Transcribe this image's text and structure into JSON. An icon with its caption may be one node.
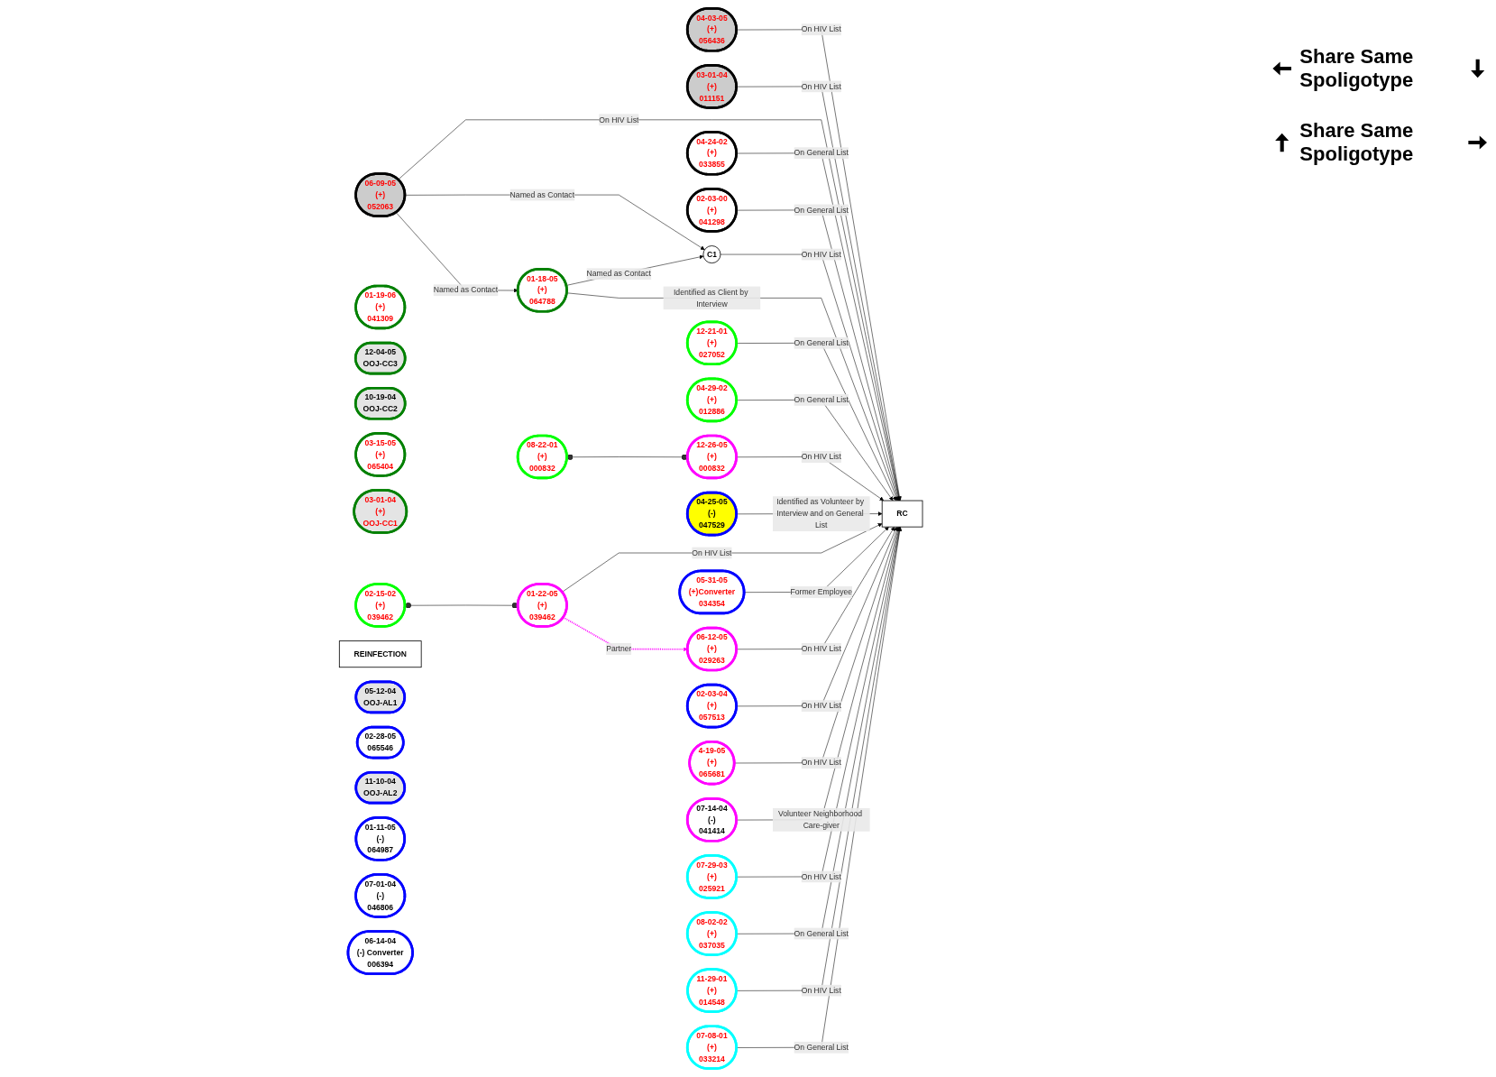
{
  "diagram": {
    "nodes": [
      {
        "text": [
          "04-03-05",
          "(+)",
          "056436"
        ]
      },
      {
        "text": [
          "06-09-05",
          "(+)",
          "052063"
        ]
      },
      {
        "text": [
          "01-19-06",
          "(+)",
          "041309"
        ]
      },
      {
        "text": [
          "12-04-05",
          "OOJ-CC3"
        ]
      },
      {
        "text": [
          "10-19-04",
          "OOJ-CC2"
        ]
      },
      {
        "text": [
          "03-01-04",
          "(+)",
          "011151"
        ]
      },
      {
        "text": [
          "01-18-05",
          "(+)",
          "064788"
        ]
      },
      {
        "text": [
          "03-15-05",
          "(+)",
          "065404"
        ]
      },
      {
        "text": [
          "03-01-04",
          "(+)",
          "OOJ-CC1"
        ]
      },
      {
        "text": [
          "C1"
        ]
      },
      {
        "text": [
          "04-24-02",
          "(+)",
          "033855"
        ]
      },
      {
        "text": [
          "12-21-01",
          "(+)",
          "027052"
        ]
      },
      {
        "text": [
          "08-22-01",
          "(+)",
          "000832"
        ]
      },
      {
        "text": [
          "02-15-02",
          "(+)",
          "039462"
        ]
      },
      {
        "text": [
          "02-03-00",
          "(+)",
          "041298"
        ]
      },
      {
        "text": [
          "04-29-02",
          "(+)",
          "012886"
        ]
      },
      {
        "text": [
          "REINFECTION"
        ]
      },
      {
        "text": [
          "12-26-05",
          "(+)",
          "000832"
        ]
      },
      {
        "text": [
          "05-12-04",
          "OOJ-AL1"
        ]
      },
      {
        "text": [
          "02-28-05",
          "065546"
        ]
      },
      {
        "text": [
          "04-25-05",
          "(-)",
          "047529"
        ]
      },
      {
        "text": [
          "RC"
        ]
      },
      {
        "text": [
          "01-22-05",
          "(+)",
          "039462"
        ]
      },
      {
        "text": [
          "11-10-04",
          "OOJ-AL2"
        ]
      },
      {
        "text": [
          "01-11-05",
          "(-)",
          "064987"
        ]
      },
      {
        "text": [
          "05-31-05",
          "(+)Converter",
          "034354"
        ]
      },
      {
        "text": [
          "06-12-05",
          "(+)",
          "029263"
        ]
      },
      {
        "text": [
          "07-01-04",
          "(-)",
          "046806"
        ]
      },
      {
        "text": [
          "06-14-04",
          "(-) Converter",
          "006394"
        ]
      },
      {
        "text": [
          "02-03-04",
          "(+)",
          "057513"
        ]
      },
      {
        "text": [
          "4-19-05",
          "(+)",
          "065681"
        ]
      },
      {
        "text": [
          "07-29-03",
          "(+)",
          "025921"
        ]
      },
      {
        "text": [
          "08-02-02",
          "(+)",
          "037035"
        ]
      },
      {
        "text": [
          "11-29-01",
          "(+)",
          "014548"
        ]
      },
      {
        "text": [
          "07-08-01",
          "(+)",
          "033214"
        ]
      },
      {
        "text": [
          "07-14-04",
          "(-)",
          "041414"
        ]
      }
    ],
    "edges": [
      {
        "from": 1,
        "to": 6,
        "label": "Named as Contact",
        "arrow": "to"
      },
      {
        "from": 1,
        "to": 9,
        "label": "Named as Contact",
        "arrow": "to"
      },
      {
        "from": 6,
        "to": 9,
        "label": "Named as Contact",
        "arrow": "to"
      },
      {
        "from": 0,
        "to": 21,
        "label": "On HIV List",
        "arrow": "to"
      },
      {
        "from": 5,
        "to": 21,
        "label": "On HIV List",
        "arrow": "to"
      },
      {
        "from": 1,
        "to": 21,
        "label": "On HIV List",
        "arrow": "to"
      },
      {
        "from": 10,
        "to": 21,
        "label": "On General List",
        "arrow": "to"
      },
      {
        "from": 14,
        "to": 21,
        "label": "On General List",
        "arrow": "to"
      },
      {
        "from": 9,
        "to": 21,
        "label": "On HIV List",
        "arrow": "to"
      },
      {
        "from": 6,
        "to": 21,
        "label": "Identified as Client by Interview",
        "arrow": "to"
      },
      {
        "from": 11,
        "to": 21,
        "label": "On General List",
        "arrow": "to"
      },
      {
        "from": 15,
        "to": 21,
        "label": "On General List",
        "arrow": "to"
      },
      {
        "from": 12,
        "to": 17,
        "arrow": "other"
      },
      {
        "from": 13,
        "to": 22,
        "arrow": "other"
      },
      {
        "from": 17,
        "to": 21,
        "label": "On HIV List",
        "arrow": "to"
      },
      {
        "from": 20,
        "to": 21,
        "label": "Identified as Volunteer by Interview and on General List",
        "arrow": "to"
      },
      {
        "from": 22,
        "to": 21,
        "label": "On HIV List",
        "arrow": "to"
      },
      {
        "from": 22,
        "to": 26,
        "label": "Partner",
        "arrow": "to",
        "style": "dashed",
        "color": "#ff00ff"
      },
      {
        "from": 25,
        "to": 21,
        "label": "Former Employee",
        "arrow": "to"
      },
      {
        "from": 26,
        "to": 21,
        "label": "On HIV List",
        "arrow": "to"
      },
      {
        "from": 29,
        "to": 21,
        "label": "On HIV List",
        "arrow": "to"
      },
      {
        "from": 30,
        "to": 21,
        "label": "On HIV List",
        "arrow": "to"
      },
      {
        "from": 35,
        "to": 21,
        "label": "Volunteer Neighborhood Care-giver",
        "arrow": "to"
      },
      {
        "from": 31,
        "to": 21,
        "label": "On HIV List",
        "arrow": "to"
      },
      {
        "from": 32,
        "to": 21,
        "label": "On General List",
        "arrow": "to"
      },
      {
        "from": 33,
        "to": 21,
        "label": "On HIV List",
        "arrow": "to"
      },
      {
        "from": 34,
        "to": 21,
        "label": "On General List",
        "arrow": "to"
      }
    ],
    "labels": [
      "Share Same Spoligotype",
      "Share Same Spoligotype"
    ]
  }
}
